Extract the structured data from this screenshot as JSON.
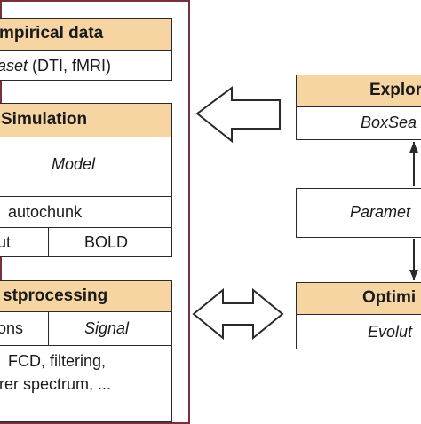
{
  "empirical": {
    "title": "mpirical data",
    "dataset_italic": "aset",
    "dataset_rest": " (DTI, fMRI)"
  },
  "simulation": {
    "title": "Simulation",
    "model": "Model",
    "autochunk": "autochunk",
    "output_left": "ut",
    "output_right": "BOLD"
  },
  "postprocessing": {
    "title": "stprocessing",
    "signal_left": "ons",
    "signal_right": "Signal",
    "line1": "FCD, filtering,",
    "line2": "rer spectrum, ..."
  },
  "exploration": {
    "title": "Explor",
    "boxsearch": "BoxSea"
  },
  "parameter": {
    "label": "Paramet"
  },
  "optimization": {
    "title": "Optimi",
    "evolution": "Evolut"
  },
  "colors": {
    "header_fill": "#f6d5a3",
    "frame": "#7a2f3c",
    "stroke": "#2a2a2a"
  }
}
